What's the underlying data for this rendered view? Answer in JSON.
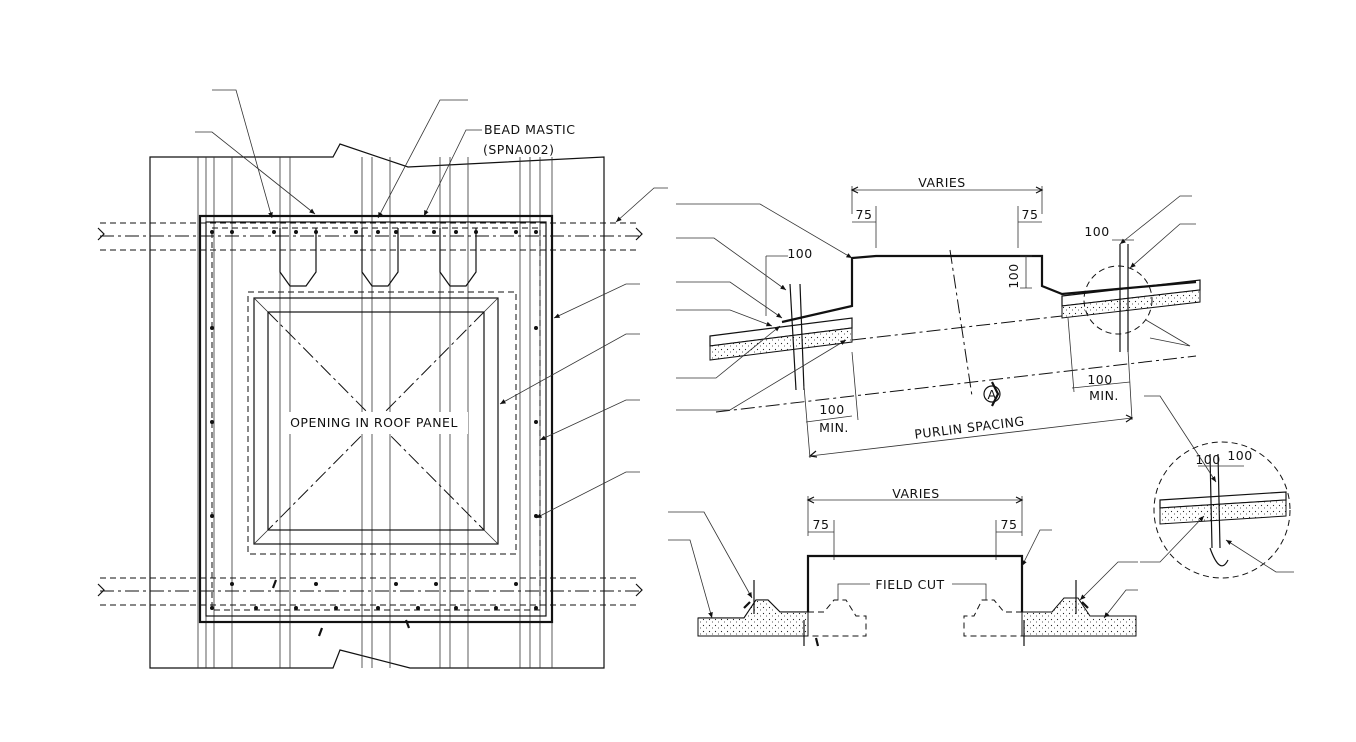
{
  "plan": {
    "bead_mastic": "BEAD MASTIC",
    "bead_mastic_code": "(SPNA002)",
    "opening_label": "OPENING IN ROOF PANEL"
  },
  "section_a": {
    "varies": "VARIES",
    "dim_75_left": "75",
    "dim_75_right": "75",
    "dim_100_vertical": "100",
    "dim_100_left": "100",
    "dim_100_right": "100",
    "dim_100_min_left": "100",
    "min_left": "MIN.",
    "dim_100_min_right": "100",
    "min_right": "MIN.",
    "purlin_spacing": "PURLIN SPACING",
    "section_marker": "A"
  },
  "detail_circle": {
    "dim_100_a": "100",
    "dim_100_b": "100"
  },
  "section_b": {
    "varies": "VARIES",
    "dim_75_left": "75",
    "dim_75_right": "75",
    "field_cut": "FIELD CUT"
  }
}
